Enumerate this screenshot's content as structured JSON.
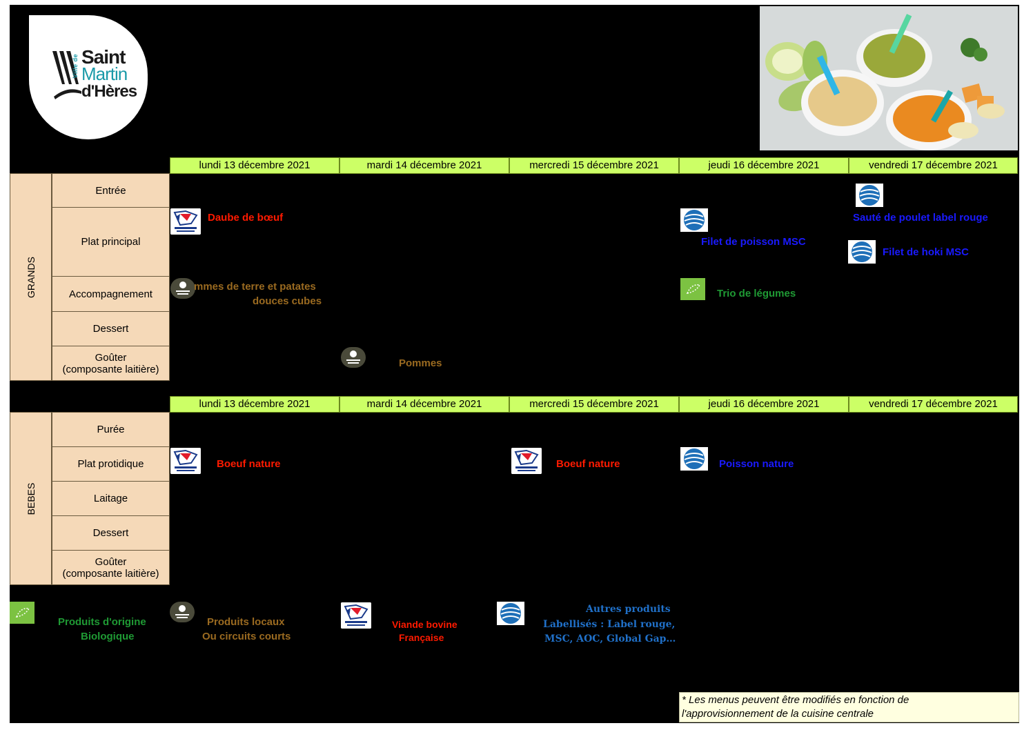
{
  "logo": {
    "ville": "Ville de",
    "line1": "Saint",
    "line2": "Martin",
    "line3": "d'Hères"
  },
  "days": [
    "lundi 13 décembre 2021",
    "mardi 14 décembre 2021",
    "mercredi 15 décembre 2021",
    "jeudi 16 décembre 2021",
    "vendredi 17 décembre 2021"
  ],
  "grands": {
    "label": "GRANDS",
    "rows": [
      "Entrée",
      "Plat principal",
      "Accompagnement",
      "Dessert",
      "Goûter\n(composante laitière)"
    ],
    "dishes": {
      "daube": "Daube de bœuf",
      "poisson_msc": "Filet de poisson MSC",
      "poulet": "Sauté de poulet label rouge",
      "hoki": "Filet de hoki MSC",
      "pommes_terre_1": "mmes de terre et patates",
      "pommes_terre_2": "douces cubes",
      "trio": "Trio de légumes",
      "pommes": "Pommes"
    }
  },
  "bebes": {
    "label": "BEBES",
    "rows": [
      "Purée",
      "Plat protidique",
      "Laitage",
      "Dessert",
      "Goûter\n(composante laitière)"
    ],
    "dishes": {
      "boeuf_lundi": "Boeuf nature",
      "boeuf_mercredi": "Boeuf nature",
      "poisson": "Poisson nature"
    }
  },
  "legend": {
    "bio_1": "Produits d'origine",
    "bio_2": "Biologique",
    "local_1": "Produits locaux",
    "local_2": "Ou circuits courts",
    "viande_1": "Viande bovine",
    "viande_2": "Française",
    "autres_1": "Autres produits",
    "autres_2": "Labellisés : Label rouge,",
    "autres_3": "MSC, AOC, Global Gap…"
  },
  "icons": [
    "viande-de-france-icon",
    "msc-icon",
    "produits-locaux-icon",
    "bio-icon"
  ],
  "note": {
    "line1": "* Les menus peuvent être modifiés en fonction de",
    "line2": "l'approvisionnement de la cuisine centrale"
  },
  "colors": {
    "day_header": "#ccff66",
    "row_label": "#f5d9b8",
    "red": "#ff1a00",
    "blue": "#1a1aff",
    "brown": "#9a6a20",
    "green": "#1f9a34",
    "note_bg": "#ffffe0"
  }
}
